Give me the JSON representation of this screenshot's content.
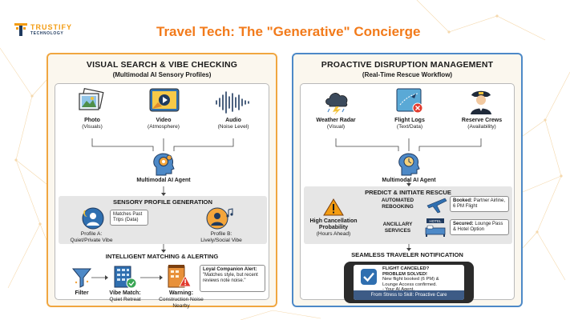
{
  "brand": {
    "name": "TRUSTIFY",
    "sub": "TECHNOLOGY",
    "accent": "#f39c12"
  },
  "title": "Travel Tech: The \"Generative\" Concierge",
  "left": {
    "title": "VISUAL SEARCH & VIBE CHECKING",
    "subtitle": "(Multimodal AI Sensory Profiles)",
    "inputs": [
      {
        "label": "Photo",
        "detail": "(Visuals)",
        "icon": "photo-icon"
      },
      {
        "label": "Video",
        "detail": "(Atmosphere)",
        "icon": "video-icon"
      },
      {
        "label": "Audio",
        "detail": "(Noise Level)",
        "icon": "audio-wave-icon"
      }
    ],
    "agent": "Multimodal AI Agent",
    "profile_section": {
      "title": "SENSORY PROFILE GENERATION",
      "note": "Matches Past Trips (Data)",
      "profile_a": {
        "name": "Profile A:",
        "desc": "Quiet/Private Vibe"
      },
      "profile_b": {
        "name": "Profile B:",
        "desc": "Lively/Social Vibe"
      }
    },
    "matching": {
      "title": "INTELLIGENT MATCHING & ALERTING",
      "filter": "Filter",
      "vibe_match": "Vibe Match:",
      "vibe_match_detail": "Quiet Retreat",
      "alert_title": "Loyal Companion Alert:",
      "alert_text": "\"Matches style, but recent reviews note noise.\"",
      "warning": "Warning:",
      "warning_detail": "Construction Noise Nearby"
    }
  },
  "right": {
    "title": "PROACTIVE DISRUPTION MANAGEMENT",
    "subtitle": "(Real-Time Rescue Workflow)",
    "inputs": [
      {
        "label": "Weather Radar",
        "detail": "(Visual)",
        "icon": "storm-cloud-icon"
      },
      {
        "label": "Flight Logs",
        "detail": "(Text/Data)",
        "icon": "flight-log-icon"
      },
      {
        "label": "Reserve Crews",
        "detail": "(Availability)",
        "icon": "pilot-icon"
      }
    ],
    "agent": "Multimodal AI Agent",
    "predict": {
      "title": "PREDICT & INITIATE RESCUE",
      "risk": "High Cancellation Probability",
      "risk_detail": "(Hours Ahead)",
      "rebook": "AUTOMATED REBOOKING",
      "ancillary": "ANCILLARY SERVICES",
      "booked_title": "Booked:",
      "booked_text": "Partner Airline, 6 PM Flight",
      "secured_title": "Secured:",
      "secured_text": "Lounge Pass & Hotel Option",
      "hotel_sign": "HOTEL"
    },
    "notify": {
      "title": "SEAMLESS TRAVELER NOTIFICATION",
      "headline1": "FLIGHT CANCELED?",
      "headline2": "PROBLEM SOLVED!",
      "body1": "New flight booked (6 PM) &",
      "body2": "Lounge Access confirmed.",
      "body3": "- Your AI Agent.",
      "footer": "From Stress to Skill: Proactive Care"
    }
  }
}
